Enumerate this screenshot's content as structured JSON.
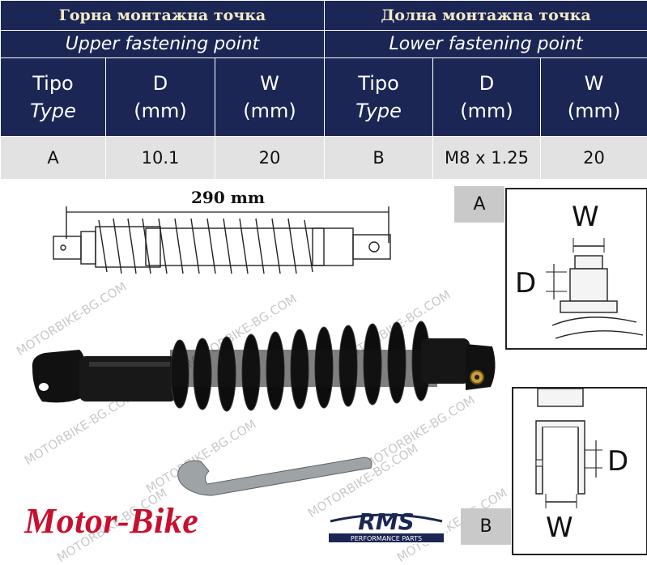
{
  "table": {
    "upper_title": "Горна монтажна точка",
    "lower_title": "Долна монтажна точка",
    "upper_subtitle": "Upper fastening point",
    "lower_subtitle": "Lower fastening point",
    "columns": [
      {
        "line1": "Tipo",
        "line2": "Type"
      },
      {
        "line1": "D",
        "line2": "(mm)"
      },
      {
        "line1": "W",
        "line2": "(mm)"
      },
      {
        "line1": "Tipo",
        "line2": "Type"
      },
      {
        "line1": "D",
        "line2": "(mm)"
      },
      {
        "line1": "W",
        "line2": "(mm)"
      }
    ],
    "values": [
      "A",
      "10.1",
      "20",
      "B",
      "M8 x 1.25",
      "20"
    ]
  },
  "drawing": {
    "length_label": "290 mm"
  },
  "details": {
    "a": {
      "tag": "A",
      "w_label": "W",
      "d_label": "D"
    },
    "b": {
      "tag": "B",
      "w_label": "W",
      "d_label": "D"
    }
  },
  "brand": {
    "text": "Motor-Bike",
    "color": "#c8102e"
  },
  "logo": {
    "name": "RMS",
    "tagline": "PERFORMANCE PARTS"
  },
  "watermark": "MOTORBIKE-BG.COM",
  "colors": {
    "header_bg": "#1b2654",
    "title_text": "#f2e9c8",
    "value_bg": "#e2e2e2"
  }
}
